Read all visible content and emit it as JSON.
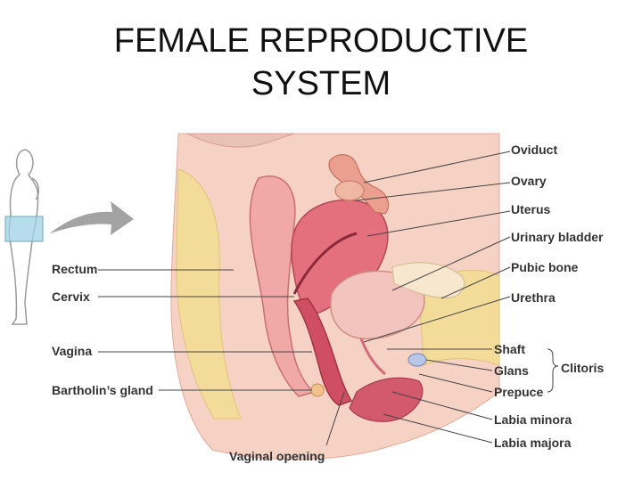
{
  "title": {
    "line1": "FEMALE REPRODUCTIVE",
    "line2": "SYSTEM"
  },
  "labels": {
    "oviduct": "Oviduct",
    "ovary": "Ovary",
    "uterus": "Uterus",
    "urinary_bladder": "Urinary bladder",
    "pubic_bone": "Pubic bone",
    "urethra": "Urethra",
    "shaft": "Shaft",
    "glans": "Glans",
    "prepuce": "Prepuce",
    "clitoris": "Clitoris",
    "labia_minora": "Labia minora",
    "labia_majora": "Labia majora",
    "rectum": "Rectum",
    "cervix": "Cervix",
    "vagina": "Vagina",
    "bartholins_gland": "Bartholin’s gland",
    "vaginal_opening": "Vaginal opening"
  },
  "colors": {
    "tissue_pink": "#f2b8b0",
    "muscle_red": "#d9566a",
    "fat_yellow": "#f3dc9a",
    "highlight_box": "#9fd0e6",
    "arrow_gray": "#9a9a9a"
  },
  "icons": [
    "body-outline-icon",
    "pointer-arrow-icon"
  ]
}
